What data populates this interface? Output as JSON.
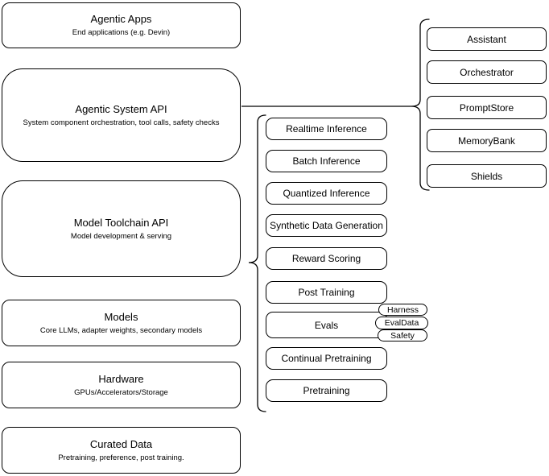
{
  "diagram": {
    "layers": [
      {
        "title": "Agentic Apps",
        "subtitle": "End applications (e.g. Devin)"
      },
      {
        "title": "Agentic System API",
        "subtitle": "System component orchestration, tool calls, safety checks"
      },
      {
        "title": "Model Toolchain API",
        "subtitle": "Model development & serving"
      },
      {
        "title": "Models",
        "subtitle": "Core LLMs, adapter weights, secondary models"
      },
      {
        "title": "Hardware",
        "subtitle": "GPUs/Accelerators/Storage"
      },
      {
        "title": "Curated Data",
        "subtitle": "Pretraining, preference, post training."
      }
    ],
    "toolchain_api_items": [
      "Realtime Inference",
      "Batch Inference",
      "Quantized Inference",
      "Synthetic Data Generation",
      "Reward Scoring",
      "Post Training",
      "Evals",
      "Continual Pretraining",
      "Pretraining"
    ],
    "evals_tags": [
      "Harness",
      "EvalData",
      "Safety"
    ],
    "system_api_items": [
      "Assistant",
      "Orchestrator",
      "PromptStore",
      "MemoryBank",
      "Shields"
    ],
    "colors": {
      "stroke": "#000000",
      "fill": "#ffffff",
      "canvas": "#ffffff",
      "text": "#000000"
    }
  }
}
